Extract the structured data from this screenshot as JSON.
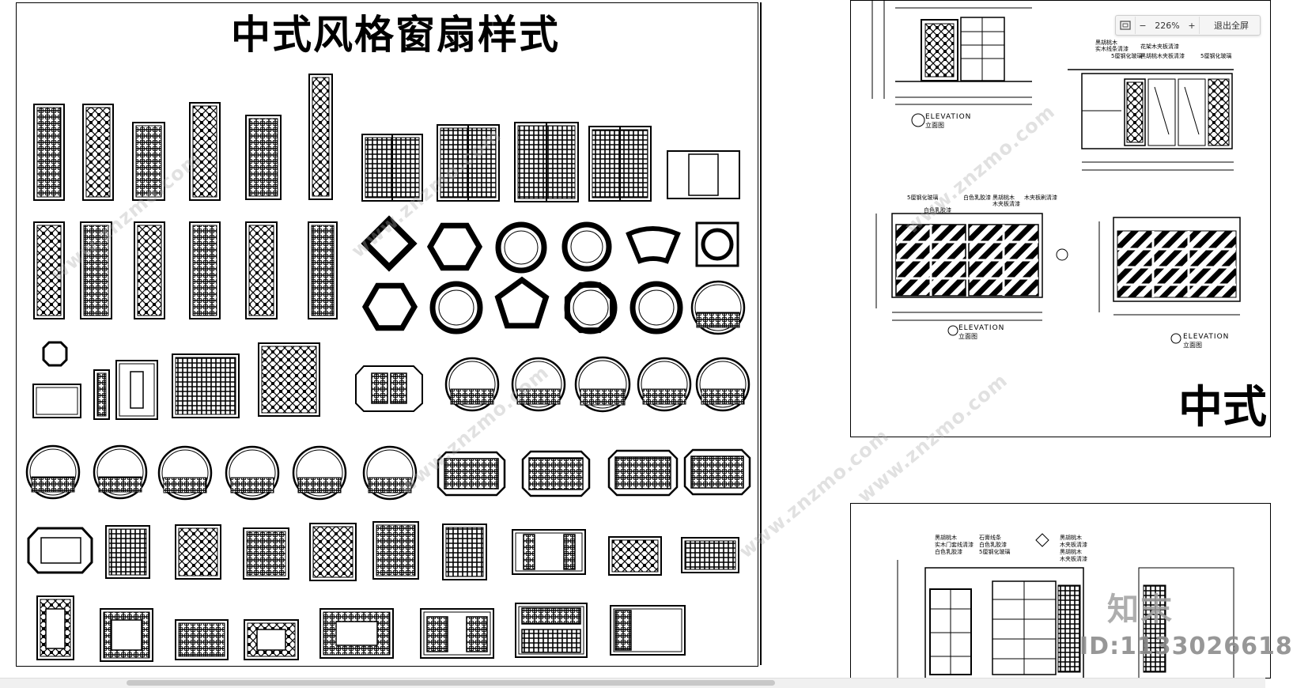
{
  "left_sheet": {
    "title": "中式风格窗扇样式"
  },
  "right_sheet": {
    "elevation_label": "ELEVATION",
    "elevation_sub": "立面图",
    "big_text": "中式",
    "notes_top": [
      "黑胡桃木",
      "实木线条清漆",
      "5厘钢化玻璃",
      "花架木夹板清漆",
      "黑胡桃木夹板清漆",
      "5厘钢化玻璃"
    ],
    "notes_mid": [
      "5厘钢化玻璃",
      "白色乳胶漆",
      "黑胡桃木",
      "木夹板清漆",
      "木夹板刷清漆",
      "白色乳胶漆"
    ],
    "notes_bottom": [
      "黑胡桃木",
      "实木门套线清漆",
      "白色乳胶漆",
      "石膏线条",
      "白色乳胶漆",
      "5厘钢化玻璃",
      "黑胡桃木",
      "木夹板清漆",
      "黑胡桃木",
      "木夹板清漆"
    ]
  },
  "zoom_toolbar": {
    "zoom_level": "226%",
    "zoom_out": "−",
    "zoom_in": "+",
    "exit_fullscreen": "退出全屏"
  },
  "watermark": {
    "site": "www.znzmo.com",
    "logo": "知末",
    "id": "ID:1133026618"
  },
  "colors": {
    "ink": "#000000",
    "background": "#ffffff",
    "toolbar": "#f5f5f5"
  }
}
